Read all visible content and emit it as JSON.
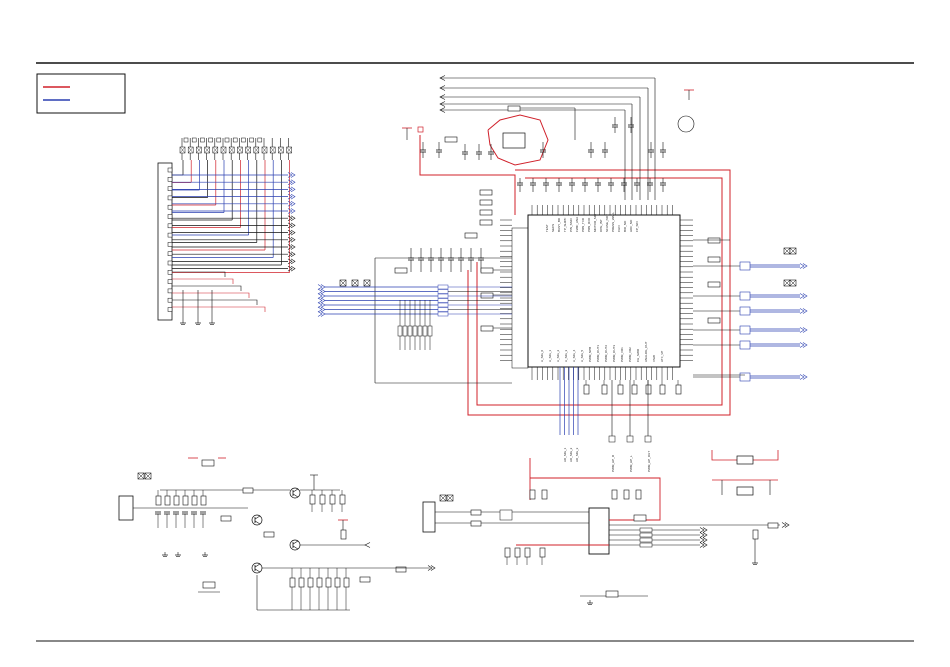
{
  "page": {
    "legend_colors": {
      "red": "#d0202a",
      "blue": "#2a3fb0"
    }
  },
  "colors": {
    "wire": "#111111",
    "red": "#d0202a",
    "blue": "#2a3fb0",
    "bg": "#ffffff"
  },
  "mcu": {
    "right_side_labels": [
      "TEST",
      "SECS",
      "BUSY_BD",
      "TP_SHIPF",
      "PIN_SSIO",
      "FWIF_ANA",
      "PRN_TXD",
      "PRN_RXD",
      "MOTOR_SIG",
      "OPE_INT",
      "SFUSE_NOT",
      "PRESS_WALL",
      "CHN",
      "BIO_NO",
      "HDF_NO",
      "FP_SIN"
    ],
    "bottom_labels": [
      "A_SIG_0",
      "A_SIG_1",
      "A_SIG_2",
      "A_SIG_3",
      "A_SIG_4",
      "A_SIG_5",
      "PWM_NPB",
      "PWM_OUT1",
      "PWM_OUT2",
      "PWM_OUT3",
      "PWM_VR1",
      "PWM_VR2",
      "CH_SWR",
      "ANALOG_OUT",
      "VSW",
      "ATX_VP"
    ]
  },
  "nets": {
    "adc_left": [
      "AD_SIG_1",
      "AD_SIG_2",
      "AD_SIG_3"
    ],
    "pwm_bottom": [
      "PWM_HP_R",
      "PWM_HP_L",
      "PWM_HP_OUT"
    ]
  }
}
